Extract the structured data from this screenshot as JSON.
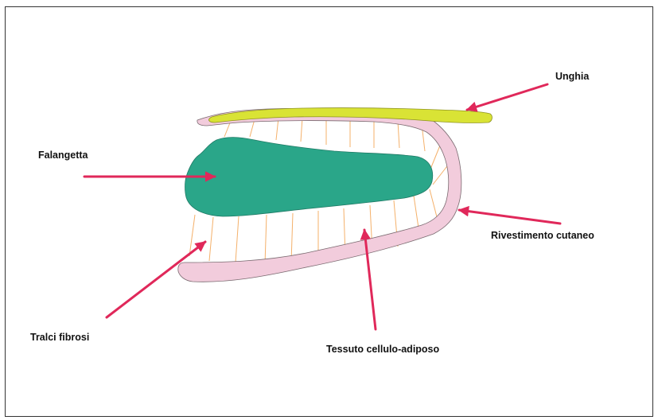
{
  "labels": {
    "nail": "Unghia",
    "phalanx": "Falangetta",
    "skin": "Rivestimento cutaneo",
    "fibrous_bands": "Tralci fibrosi",
    "fatty_tissue": "Tessuto cellulo-adiposo"
  },
  "colors": {
    "nail": "#d9e335",
    "bone": "#2aa689",
    "skin": "#f2ccdc",
    "skin_outline": "#7a6a70",
    "fibers": "#f4b06a",
    "arrows": "#e0285a",
    "frame": "#333333"
  }
}
